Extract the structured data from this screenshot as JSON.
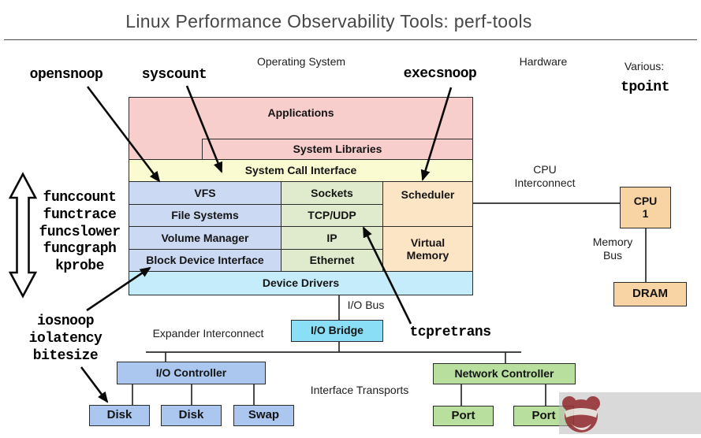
{
  "title": "Linux Performance Observability Tools: perf-tools",
  "colors": {
    "app_pink": "#f8cecc",
    "syscall_yellow": "#fbfbd2",
    "storage_blue": "#ccd9f3",
    "network_green": "#e0eacd",
    "sched_peach": "#fce5c5",
    "drivers_cyan": "#c5ecfa",
    "bridge_cyan": "#8adef5",
    "controller_blue": "#abc7f0",
    "controller_green": "#b9df9e",
    "hw_orange": "#f8d3a3"
  },
  "top_labels": {
    "operating_system": "Operating System",
    "hardware": "Hardware",
    "various": "Various:",
    "various_tool": "tpoint"
  },
  "tools": {
    "opensnoop": "opensnoop",
    "syscount": "syscount",
    "execsnoop": "execsnoop",
    "func_list": [
      "funccount",
      "functrace",
      "funcslower",
      "funcgraph",
      "kprobe"
    ],
    "io_list": [
      "iosnoop",
      "iolatency",
      "bitesize"
    ],
    "tcpretrans": "tcpretrans"
  },
  "stack": {
    "applications": "Applications",
    "system_libraries": "System Libraries",
    "system_call_interface": "System Call Interface",
    "storage_column": [
      "VFS",
      "File Systems",
      "Volume Manager",
      "Block Device Interface"
    ],
    "network_column": [
      "Sockets",
      "TCP/UDP",
      "IP",
      "Ethernet"
    ],
    "scheduler": "Scheduler",
    "virtual_memory": {
      "line1": "Virtual",
      "line2": "Memory"
    },
    "device_drivers": "Device Drivers"
  },
  "hardware_boxes": {
    "cpu": {
      "line1": "CPU",
      "line2": "1"
    },
    "dram": "DRAM",
    "io_bridge": "I/O Bridge",
    "io_controller": "I/O Controller",
    "network_controller": "Network Controller",
    "disks": [
      "Disk",
      "Disk",
      "Swap"
    ],
    "ports": [
      "Port",
      "Port"
    ]
  },
  "bus_labels": {
    "cpu_interconnect": {
      "line1": "CPU",
      "line2": "Interconnect"
    },
    "memory_bus": {
      "line1": "Memory",
      "line2": "Bus"
    },
    "io_bus": "I/O Bus",
    "expander_interconnect": "Expander Interconnect",
    "interface_transports": "Interface Transports"
  }
}
